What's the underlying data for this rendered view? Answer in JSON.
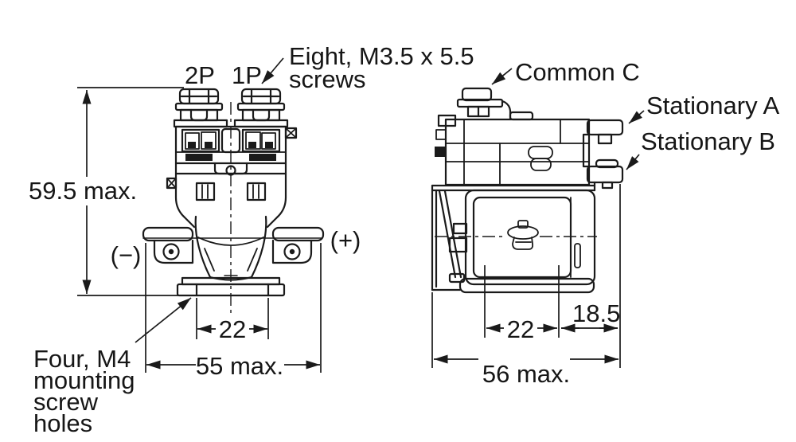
{
  "colors": {
    "ink": "#1a1a1a",
    "paper": "#ffffff"
  },
  "front_view": {
    "pole_label_left": "2P",
    "pole_label_right": "1P",
    "screw_note_line1": "Eight, M3.5 x 5.5",
    "screw_note_line2": "screws",
    "height_dim": "59.5 max.",
    "terminal_minus": "(−)",
    "terminal_plus": "(+)",
    "hole_pitch_dim": "22",
    "width_dim": "55 max.",
    "mount_note_line1": "Four, M4",
    "mount_note_line2": "mounting",
    "mount_note_line3": "screw",
    "mount_note_line4": "holes"
  },
  "side_view": {
    "label_common": "Common C",
    "label_stationary_a": "Stationary A",
    "label_stationary_b": "Stationary B",
    "hole_pitch_dim": "22",
    "offset_dim": "18.5",
    "width_dim": "56 max."
  }
}
